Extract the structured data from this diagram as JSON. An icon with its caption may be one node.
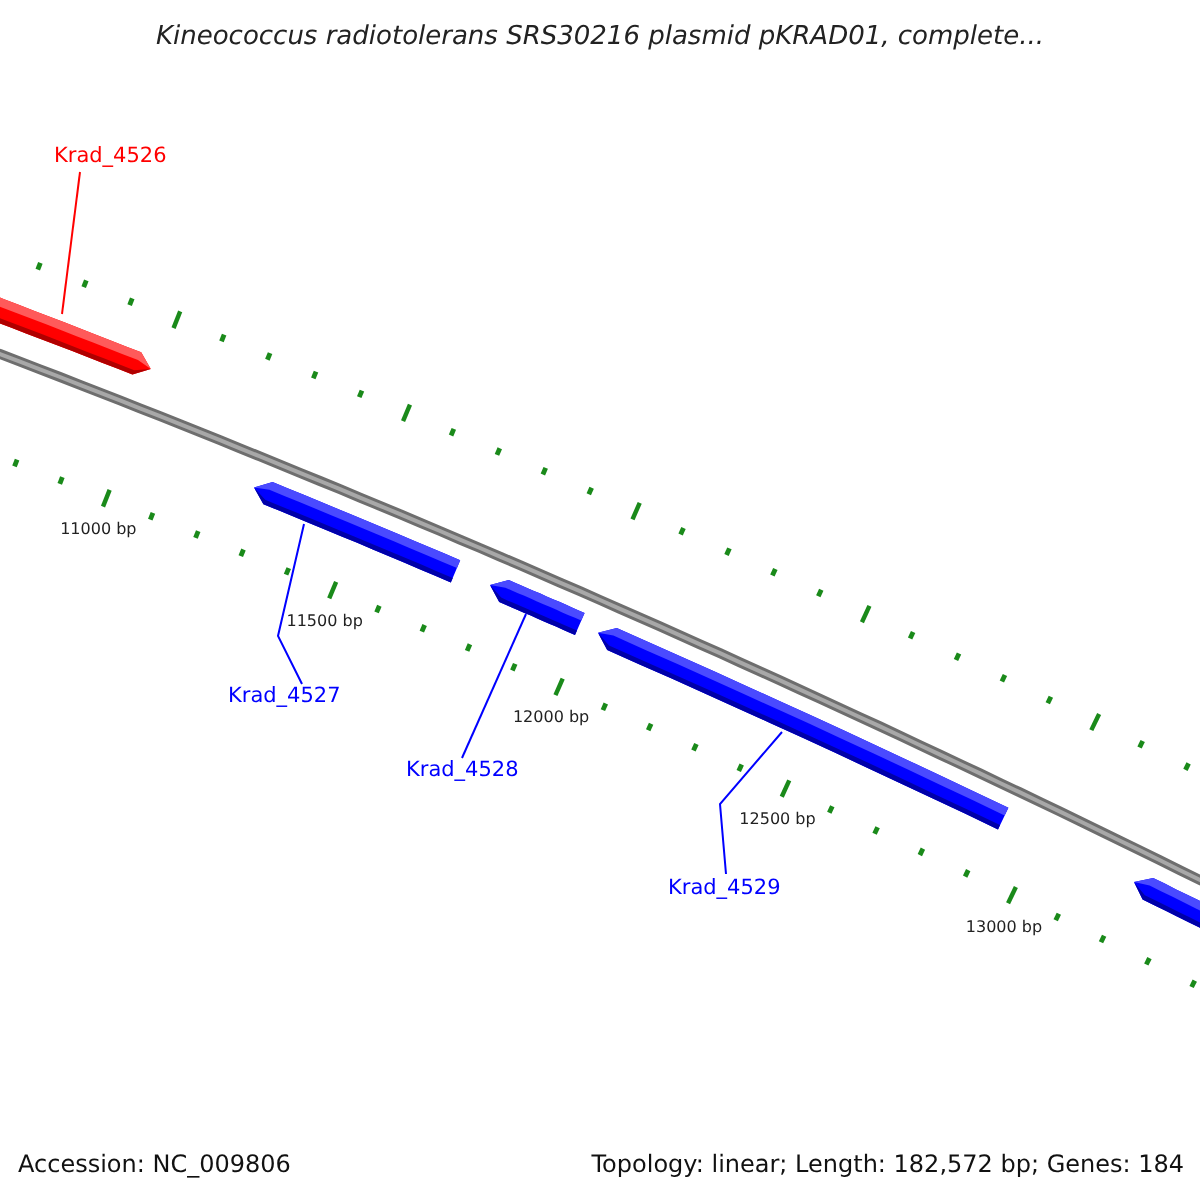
{
  "diagram": {
    "title": "Kineococcus radiotolerans SRS30216 plasmid pKRAD01, complete...",
    "nodes": [
      {
        "text": [
          "Krad_4526"
        ]
      },
      {
        "text": [],
        "shape": "bar"
      },
      {
        "text": [
          "Krad_4527"
        ]
      },
      {
        "text": [],
        "shape": "bar"
      },
      {
        "text": [
          "Krad_4528"
        ]
      },
      {
        "text": [],
        "shape": "bar"
      },
      {
        "text": [
          "Krad_4529"
        ]
      },
      {
        "text": [],
        "shape": "bar"
      },
      {
        "text": [],
        "shape": "bar"
      }
    ],
    "edges": [
      {
        "from": 0,
        "to": 1,
        "arrow": "none",
        "color": "#ff0000"
      },
      {
        "from": 2,
        "to": 3,
        "arrow": "none"
      },
      {
        "from": 4,
        "to": 5,
        "arrow": "none"
      },
      {
        "from": 6,
        "to": 7,
        "arrow": "none"
      }
    ],
    "labels": [
      "11000 bp",
      "11500 bp",
      "12000 bp",
      "12500 bp",
      "13000 bp",
      "Accession: NC_009806",
      "Topology: linear; Length: 182,572 bp; Genes: 184"
    ]
  }
}
